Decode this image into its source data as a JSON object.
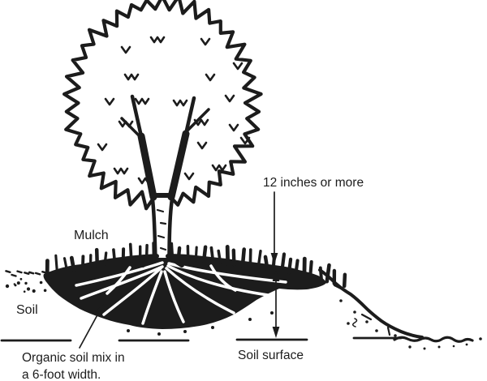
{
  "colors": {
    "ink": "#1c1c1c",
    "background": "#ffffff"
  },
  "labels": {
    "mulch": "Mulch",
    "height_note": "12 inches or more",
    "soil": "Soil",
    "organic_mix": {
      "line1": "Organic soil mix in",
      "line2": "a 6-foot width."
    },
    "soil_surface": "Soil surface"
  }
}
